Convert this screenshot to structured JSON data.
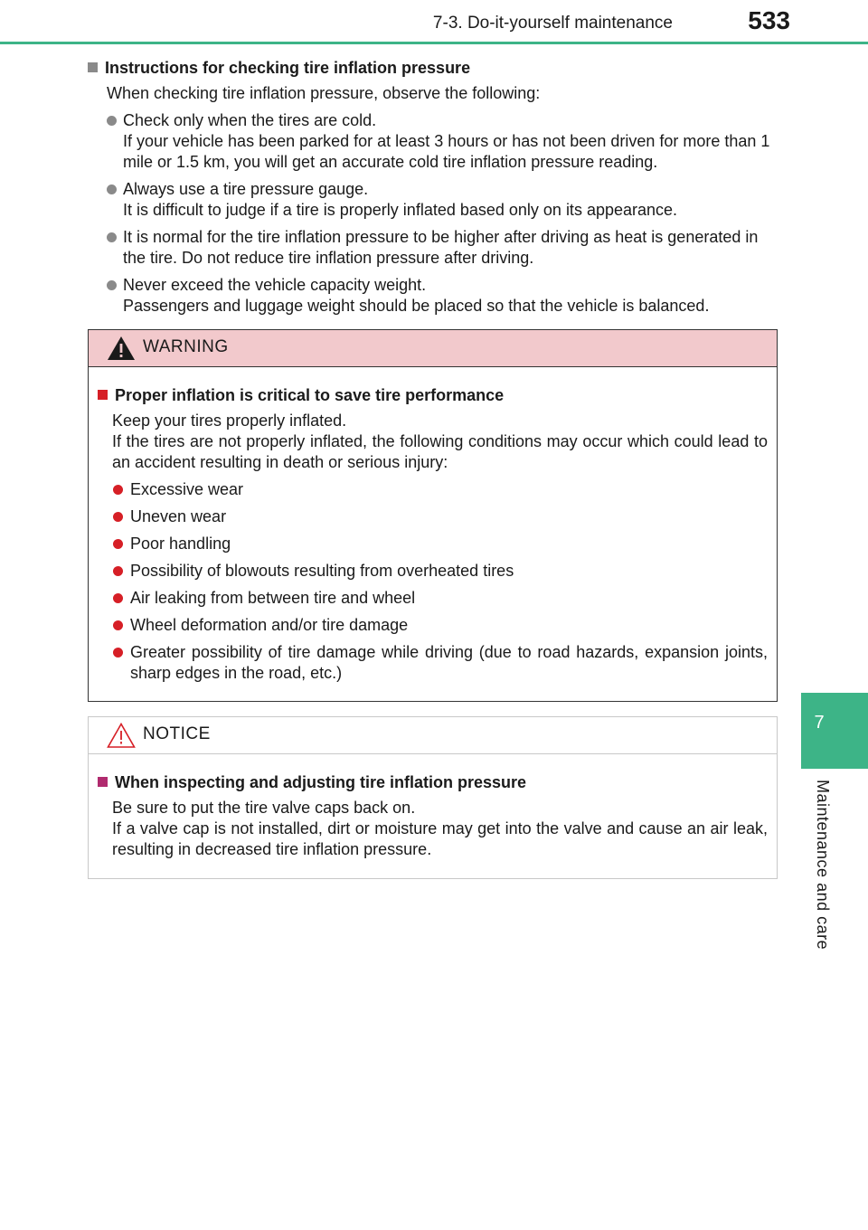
{
  "header": {
    "title": "7-3. Do-it-yourself maintenance",
    "page_number": "533"
  },
  "side": {
    "chapter": "7",
    "label": "Maintenance and care"
  },
  "colors": {
    "accent": "#3db487",
    "warning_header": "#f2c9cc",
    "warning_bullet": "#d61f26",
    "bullet_gray": "#8a8a8a"
  },
  "section": {
    "title": "Instructions for checking tire inflation pressure",
    "intro": "When checking tire inflation pressure, observe the following:",
    "bullets": [
      {
        "line1": "Check only when the tires are cold.",
        "line2": "If your vehicle has been parked for at least 3 hours or has not been driven for more than 1 mile or 1.5 km, you will get an accurate cold tire inflation pressure reading."
      },
      {
        "line1": "Always use a tire pressure gauge.",
        "line2": "It is difficult to judge if a tire is properly inflated based only on its appearance."
      },
      {
        "line1": "It is normal for the tire inflation pressure to be higher after driving as heat is generated in the tire. Do not reduce tire inflation pressure after driving.",
        "line2": ""
      },
      {
        "line1": "Never exceed the vehicle capacity weight.",
        "line2": "Passengers and luggage weight should be placed so that the vehicle is balanced."
      }
    ]
  },
  "warning": {
    "label": "WARNING",
    "icon": "warning-triangle-icon",
    "title": "Proper inflation is critical to save tire performance",
    "intro1": "Keep your tires properly inflated.",
    "intro2": "If the tires are not properly inflated, the following conditions may occur which could lead to an accident resulting in death or serious injury:",
    "bullets": [
      "Excessive wear",
      "Uneven wear",
      "Poor handling",
      "Possibility of blowouts resulting from overheated tires",
      "Air leaking from between tire and wheel",
      "Wheel deformation and/or tire damage",
      "Greater possibility of tire damage while driving (due to road hazards, expansion joints, sharp edges in the road, etc.)"
    ]
  },
  "notice": {
    "label": "NOTICE",
    "icon": "caution-triangle-icon",
    "title": "When inspecting and adjusting tire inflation pressure",
    "intro1": "Be sure to put the tire valve caps back on.",
    "intro2": "If a valve cap is not installed, dirt or moisture may get into the valve and cause an air leak, resulting in decreased tire inflation pressure."
  }
}
